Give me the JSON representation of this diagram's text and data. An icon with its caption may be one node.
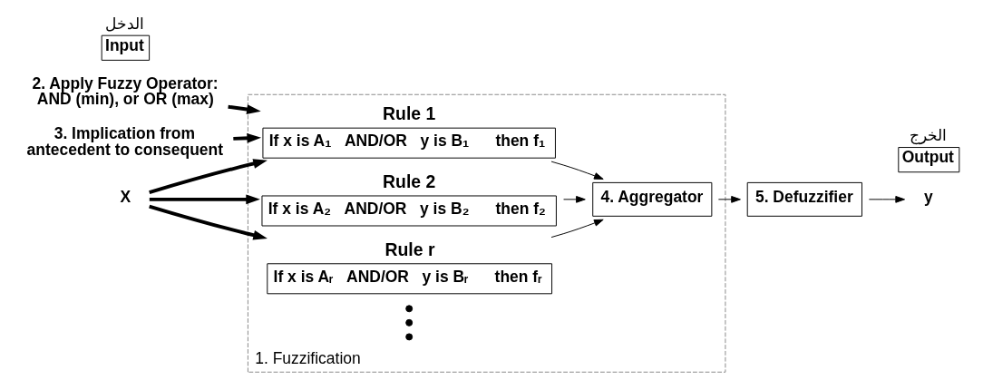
{
  "diagram": {
    "nodes": [
      {
        "text": [
          "2. Apply Fuzzy Operator: AND (min), or OR (max)"
        ]
      },
      {
        "text": [
          "3. Implication from antecedent to consequent"
        ]
      },
      {
        "text": [
          "Input"
        ],
        "beside": [
          "الدخل"
        ]
      },
      {
        "text": [
          "1. Fuzzification"
        ]
      },
      {
        "text": [
          "Rule 1",
          "If x is A₁   AND/OR   y is B₁      then f₁"
        ],
        "in": 3
      },
      {
        "text": [
          "Rule 2",
          "If x is A₂   AND/OR   y is B₂      then f₂"
        ],
        "in": 3
      },
      {
        "text": [
          "Rule r",
          "If x is Aᵣ   AND/OR   y is Bᵣ      then fᵣ"
        ],
        "in": 3
      },
      {
        "text": [
          "4. Aggregator"
        ],
        "in": 3
      },
      {
        "text": [
          "Output"
        ],
        "beside": [
          "الخرج"
        ]
      },
      {
        "text": [
          "X"
        ]
      },
      {
        "text": [
          "5. Defuzzifier"
        ]
      },
      {
        "text": [
          "y"
        ]
      }
    ],
    "edges": [
      {
        "from": 9,
        "to": 4,
        "arrow": "to",
        "style": "thick"
      },
      {
        "from": 9,
        "to": 5,
        "arrow": "to",
        "style": "thick"
      },
      {
        "from": 9,
        "to": 6,
        "arrow": "to",
        "style": "thick"
      },
      {
        "from": 0,
        "to": 4,
        "arrow": "to",
        "style": "thick"
      },
      {
        "from": 1,
        "to": 4,
        "arrow": "to",
        "style": "thick"
      },
      {
        "from": 4,
        "to": 7,
        "arrow": "to"
      },
      {
        "from": 5,
        "to": 7,
        "arrow": "to"
      },
      {
        "from": 6,
        "to": 7,
        "arrow": "to"
      },
      {
        "from": 7,
        "to": 10,
        "arrow": "to"
      },
      {
        "from": 10,
        "to": 11,
        "arrow": "to"
      }
    ]
  }
}
